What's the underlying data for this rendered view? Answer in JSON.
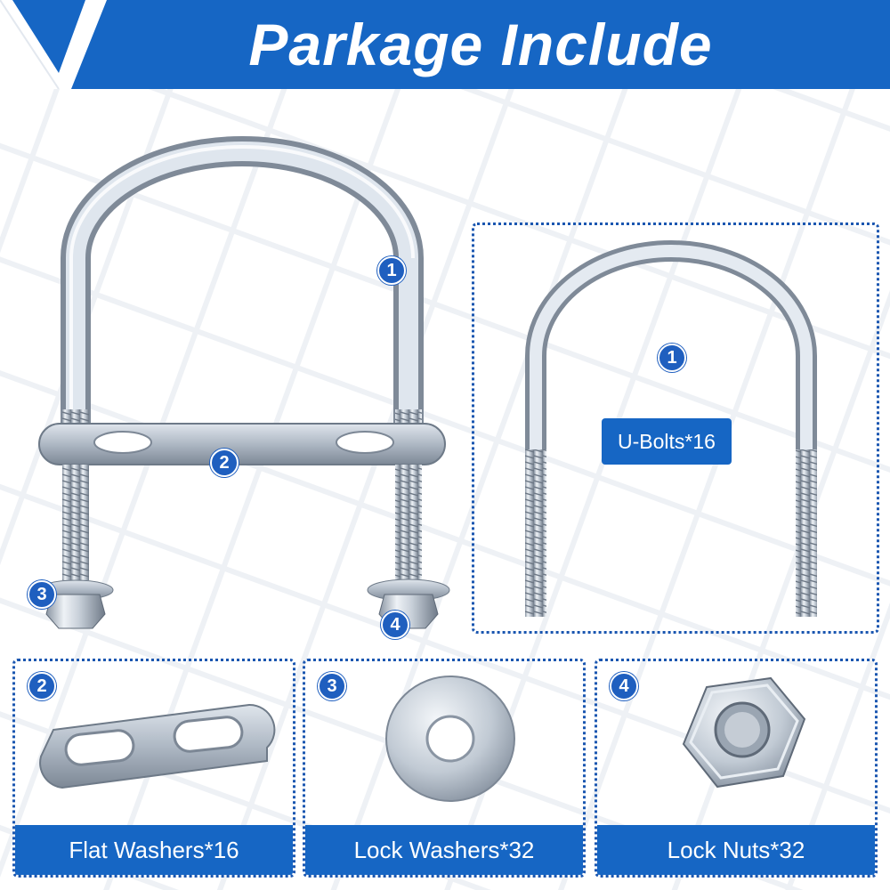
{
  "header": {
    "title": "Parkage Include"
  },
  "colors": {
    "brand_blue": "#1666c4",
    "badge_blue": "#1f5fbf",
    "border_blue": "#1a56b0"
  },
  "main": {
    "assembly_badges": [
      "1",
      "2",
      "3",
      "4"
    ],
    "ubolt_panel": {
      "badge": "1",
      "label": "U-Bolts*16"
    }
  },
  "parts": [
    {
      "badge": "2",
      "label": "Flat Washers*16",
      "icon": "flat-plate-icon"
    },
    {
      "badge": "3",
      "label": "Lock Washers*32",
      "icon": "washer-icon"
    },
    {
      "badge": "4",
      "label": "Lock Nuts*32",
      "icon": "hex-nut-icon"
    }
  ]
}
